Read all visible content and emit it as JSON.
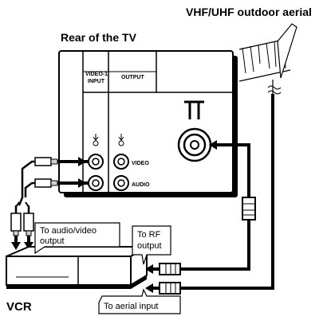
{
  "titles": {
    "aerial": "VHF/UHF outdoor aerial",
    "tv_rear": "Rear of the TV",
    "vcr": "VCR"
  },
  "panel": {
    "video1_line1": "VIDEO-1",
    "video1_line2": "INPUT",
    "output": "OUTPUT",
    "video": "VIDEO",
    "audio": "AUDIO"
  },
  "callouts": {
    "av_output_line1": "To audio/video",
    "av_output_line2": "output",
    "rf_output_line1": "To RF",
    "rf_output_line2": "output",
    "aerial_input": "To aerial input"
  },
  "colors": {
    "ink": "#000000",
    "panel_bg": "#ffffff",
    "gray": "#cfcfcf"
  }
}
